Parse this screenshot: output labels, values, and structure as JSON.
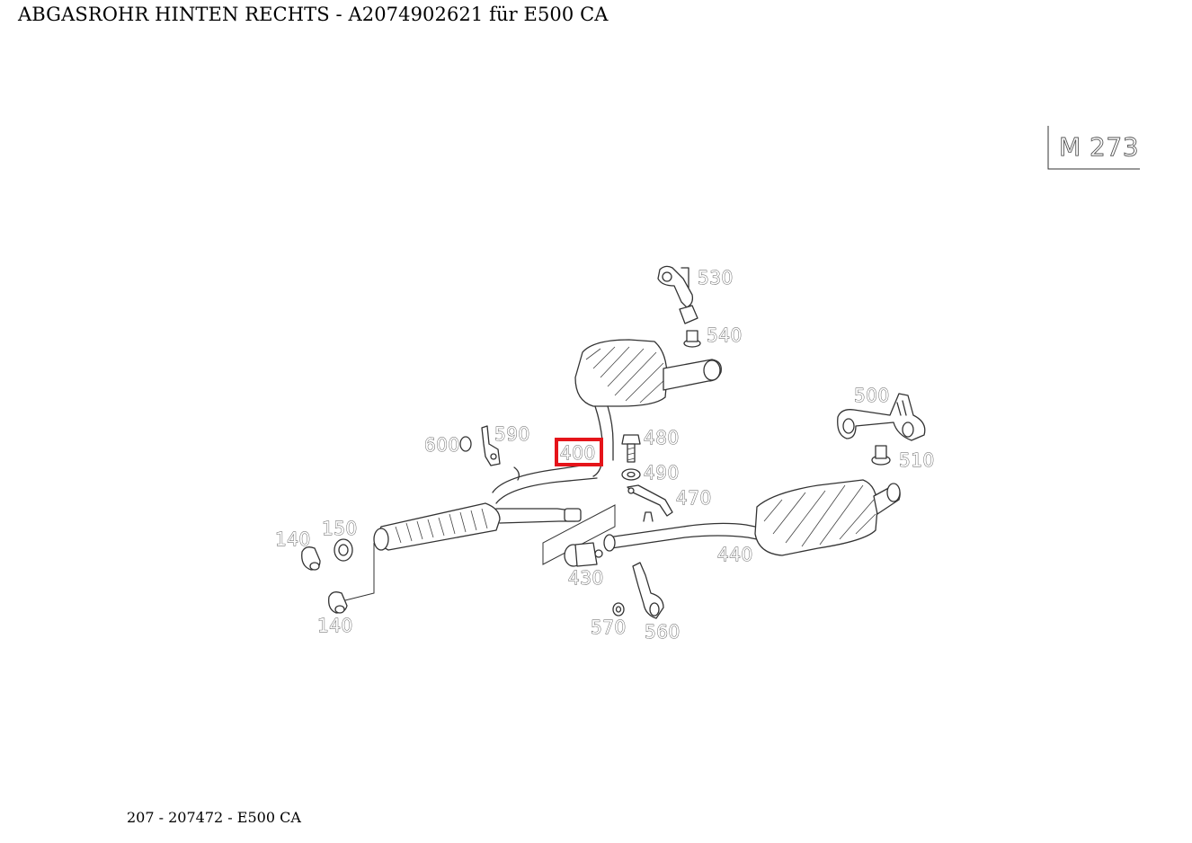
{
  "header": {
    "title": "ABGASROHR HINTEN RECHTS - A2074902621 für E500 CA"
  },
  "footer": {
    "text": "207 - 207472 - E500 CA"
  },
  "diagram": {
    "engine_code": "M 273",
    "highlighted_part": "400",
    "highlight_color": "#e5141a",
    "callouts": {
      "c530": "530",
      "c540": "540",
      "c500": "500",
      "c510": "510",
      "c480": "480",
      "c490": "490",
      "c470": "470",
      "c600": "600",
      "c590": "590",
      "c400": "400",
      "c140a": "140",
      "c150": "150",
      "c140b": "140",
      "c430": "430",
      "c440": "440",
      "c570": "570",
      "c560": "560"
    }
  }
}
